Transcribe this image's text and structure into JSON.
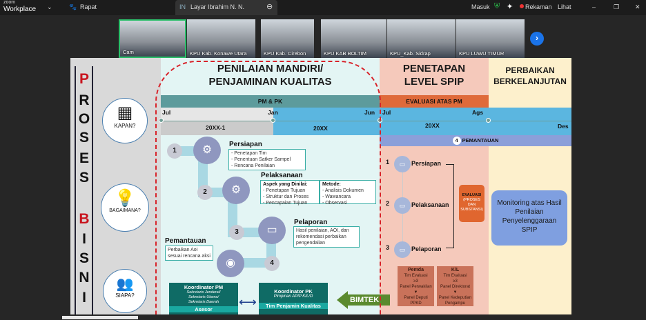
{
  "app": {
    "logo_top": "zoom",
    "logo_bottom": "Workplace",
    "tab_meeting": "Rapat",
    "share_initials": "IN",
    "share_title": "Layar Ibrahim N. N.",
    "signin": "Masuk",
    "recording": "Rekaman",
    "view": "Lihat"
  },
  "participants": [
    "Cam",
    "KPU Kab. Konawe Utara",
    "KPU Kab. Cirebon",
    "KPU KAB BOLTIM",
    "KPU_Kab. Sidrap",
    "KPU LUWU TIMUR"
  ],
  "slide": {
    "side_letters": [
      "P",
      "R",
      "O",
      "S",
      "E",
      "S",
      "B",
      "I",
      "S",
      "N",
      "I"
    ],
    "questions": [
      "KAPAN?",
      "BAGAIMANA?",
      "SIAPA?"
    ],
    "titles": {
      "pm_line1": "PENILAIAN MANDIRI/",
      "pm_line2": "PENJAMINAN KUALITAS",
      "level_line1": "PENETAPAN",
      "level_line2": "LEVEL SPIP",
      "perb_line1": "PERBAIKAN",
      "perb_line2": "BERKELANJUTAN"
    },
    "bars": {
      "pmpk": "PM & PK",
      "eval": "EVALUASI ATAS PM",
      "pemantauan_num": "4",
      "pemantauan": "PEMANTAUAN"
    },
    "timeline": {
      "jul1": "Jul",
      "jan": "Jan",
      "jun": "Jun",
      "jul2": "Jul",
      "ags": "Ags",
      "des": "Des",
      "y1": "20XX-1",
      "y2": "20XX",
      "y3": "20XX"
    },
    "steps": {
      "persiapan": {
        "title": "Persiapan",
        "items": [
          "- Penetapan Tim",
          "- Penentuan Satker Sampel",
          "- Rencana Penilaian"
        ]
      },
      "pelaksanaan": {
        "title": "Pelaksanaan",
        "aspek": "Aspek yang Dinilai:",
        "aspek_items": [
          "- Penetapan Tujuan",
          "- Struktur dan Proses",
          "- Pencapaian Tujuan"
        ],
        "metode": "Metode:",
        "metode_items": [
          "- Analisis Dokumen",
          "- Wawancara",
          "- Observasi"
        ]
      },
      "pelaporan": {
        "title": "Pelaporan",
        "text": "Hasil penilaian, AOI, dan rekomendasi perbaikan pengendalian"
      },
      "pemantauan": {
        "title": "Pemantauan",
        "text": "Perbaikan AoI sesuai rencana aksi"
      },
      "nums": [
        "1",
        "2",
        "3",
        "4"
      ]
    },
    "roles": {
      "pm_title": "Koordinator PM",
      "pm_sub": [
        "Sekretaris Jenderal/",
        "Sekretaris Utama/",
        "Sekretaris Daerah"
      ],
      "asesor": "Asesor",
      "pk_title": "Koordinator PK",
      "pk_sub": "Pimpinan APIP K/L/D",
      "pk_team": "Tim Penjamin Kualitas",
      "bimtek": "BIMTEK"
    },
    "level": {
      "nums": [
        "1",
        "2",
        "3"
      ],
      "labels": [
        "Persiapan",
        "Pelaksanaan",
        "Pelaporan"
      ],
      "eval_title": "EVALUASI",
      "eval_sub": [
        "(PROSES",
        "DAN",
        "SUBSTANSI)"
      ],
      "pemda": {
        "title": "Pemda",
        "lines": [
          "Tim Evaluasi",
          "≥3",
          "Panel Perwakilan",
          "Panel Deputi",
          "PPKD"
        ]
      },
      "kl": {
        "title": "K/L",
        "lines": [
          "Tim Evaluasi",
          "≥3",
          "Panel Direktorat",
          "Panel Kedeputian",
          "Pengampu"
        ]
      }
    },
    "monitoring": "Monitoring atas Hasil Penilaian Penyelenggaraan SPIP"
  }
}
